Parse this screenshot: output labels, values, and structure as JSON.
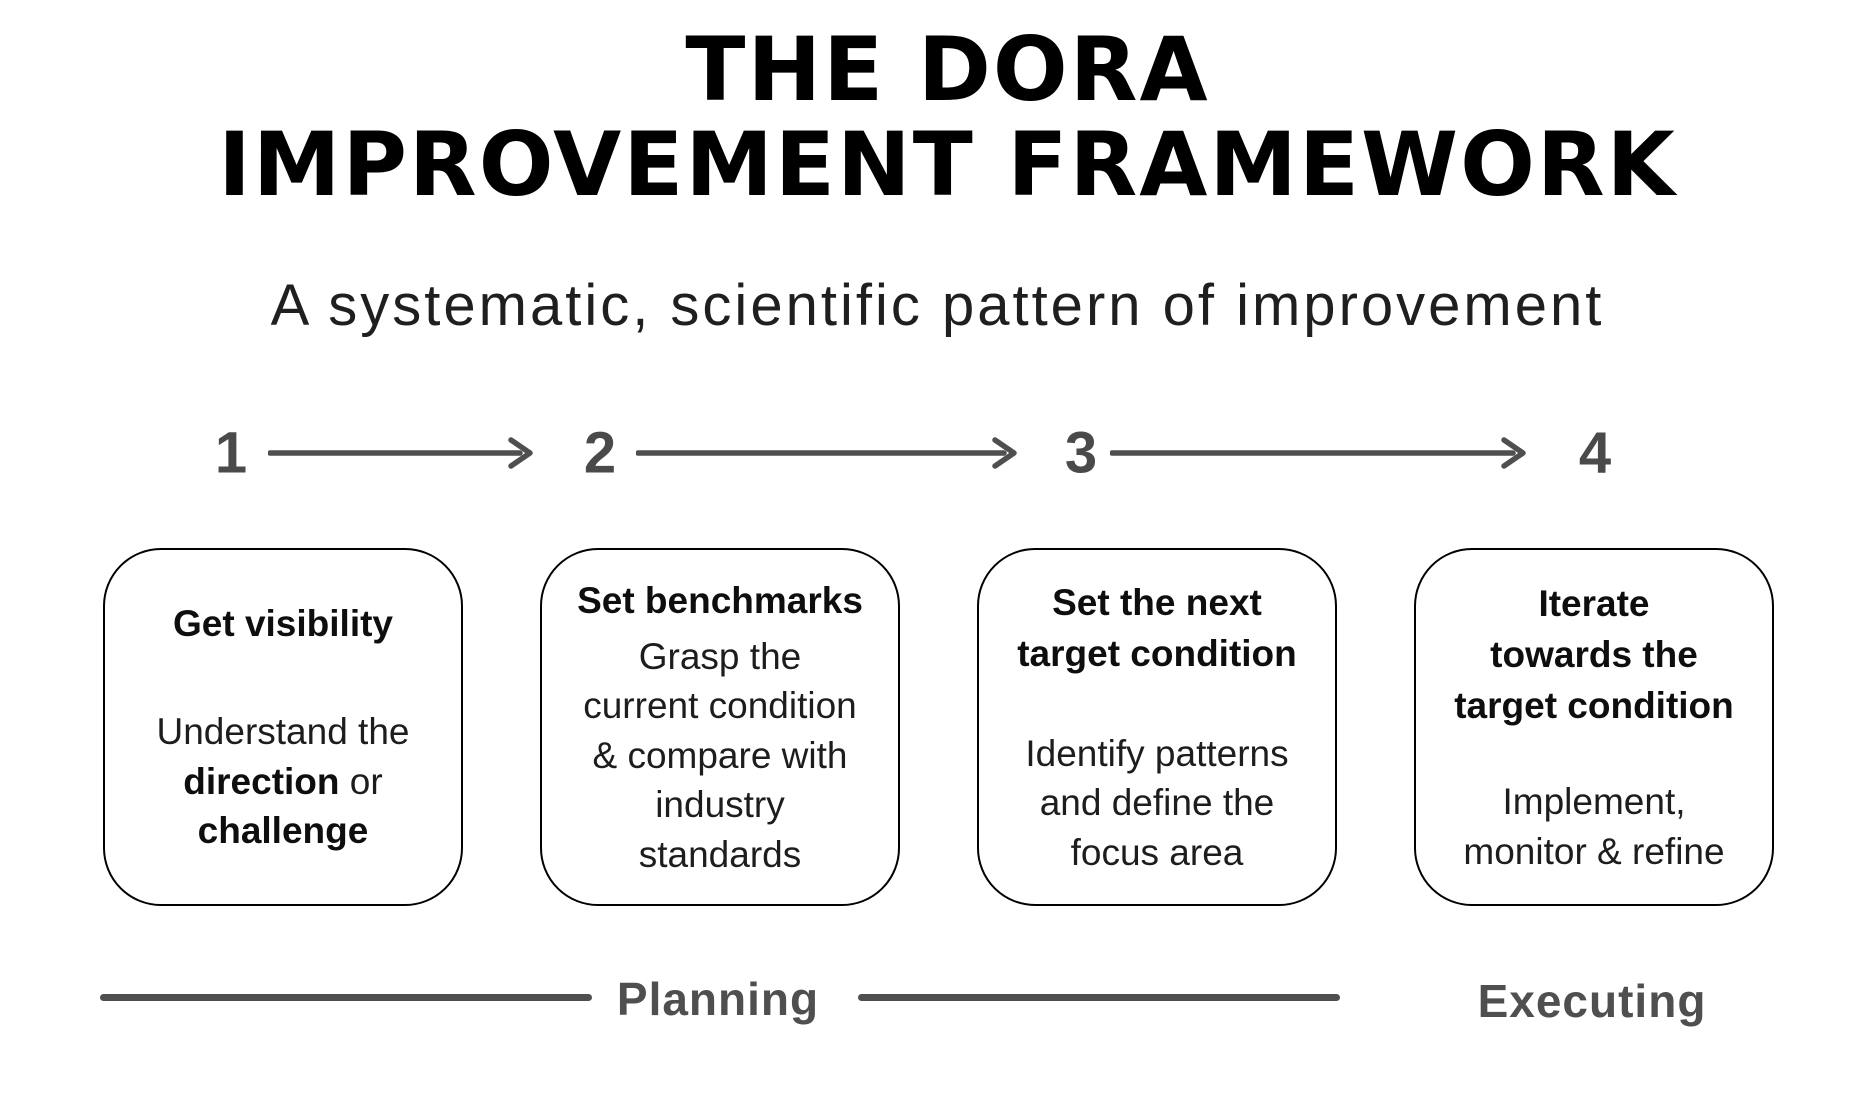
{
  "header": {
    "title_line1": "THE DORA",
    "title_line2": "IMPROVEMENT FRAMEWORK",
    "subtitle": "A systematic, scientific pattern of improvement"
  },
  "steps": [
    {
      "number": "1",
      "title_lines": [
        "Get visibility"
      ],
      "body_lines": [
        [
          {
            "t": "Understand the",
            "b": false
          }
        ],
        [
          {
            "t": "direction",
            "b": true
          },
          {
            "t": " or",
            "b": false
          }
        ],
        [
          {
            "t": "challenge",
            "b": true
          }
        ]
      ]
    },
    {
      "number": "2",
      "title_lines": [
        "Set benchmarks"
      ],
      "body_lines": [
        [
          {
            "t": "Grasp the",
            "b": false
          }
        ],
        [
          {
            "t": "current condition",
            "b": false
          }
        ],
        [
          {
            "t": "& compare with",
            "b": false
          }
        ],
        [
          {
            "t": "industry",
            "b": false
          }
        ],
        [
          {
            "t": "standards",
            "b": false
          }
        ]
      ]
    },
    {
      "number": "3",
      "title_lines": [
        "Set the next",
        "target condition"
      ],
      "body_lines": [
        [
          {
            "t": "Identify patterns",
            "b": false
          }
        ],
        [
          {
            "t": "and define the",
            "b": false
          }
        ],
        [
          {
            "t": "focus area",
            "b": false
          }
        ]
      ]
    },
    {
      "number": "4",
      "title_lines": [
        "Iterate",
        "towards the",
        "target condition"
      ],
      "body_lines": [
        [
          {
            "t": "Implement,",
            "b": false
          }
        ],
        [
          {
            "t": "monitor & refine",
            "b": false
          }
        ]
      ]
    }
  ],
  "phases": {
    "planning_label": "Planning",
    "executing_label": "Executing"
  },
  "icons": {
    "arrow_right": "right-arrow connector between step numbers"
  },
  "colors": {
    "background": "#ffffff",
    "text_black": "#000000",
    "gray_accent": "#4f4f4f"
  }
}
